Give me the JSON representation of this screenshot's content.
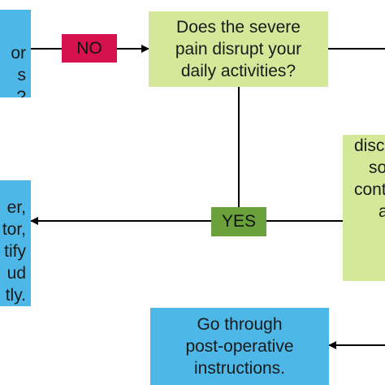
{
  "colors": {
    "blue_box": "#4db8e8",
    "green_box": "#d4e89a",
    "no_label": "#d6124e",
    "yes_label": "#6aa13a"
  },
  "nodes": {
    "top_left_partial": [
      "or",
      "s",
      "?"
    ],
    "question": [
      "Does the severe",
      "pain disrupt your",
      "daily activities?"
    ],
    "right_partial": [
      "disc",
      "so",
      "cont",
      "a"
    ],
    "left_partial": [
      "er,",
      "tor,",
      "tify",
      "ud",
      "tly."
    ],
    "post_op": [
      "Go through",
      "post-operative",
      "instructions."
    ]
  },
  "edges": {
    "no_label": "NO",
    "yes_label": "YES"
  }
}
